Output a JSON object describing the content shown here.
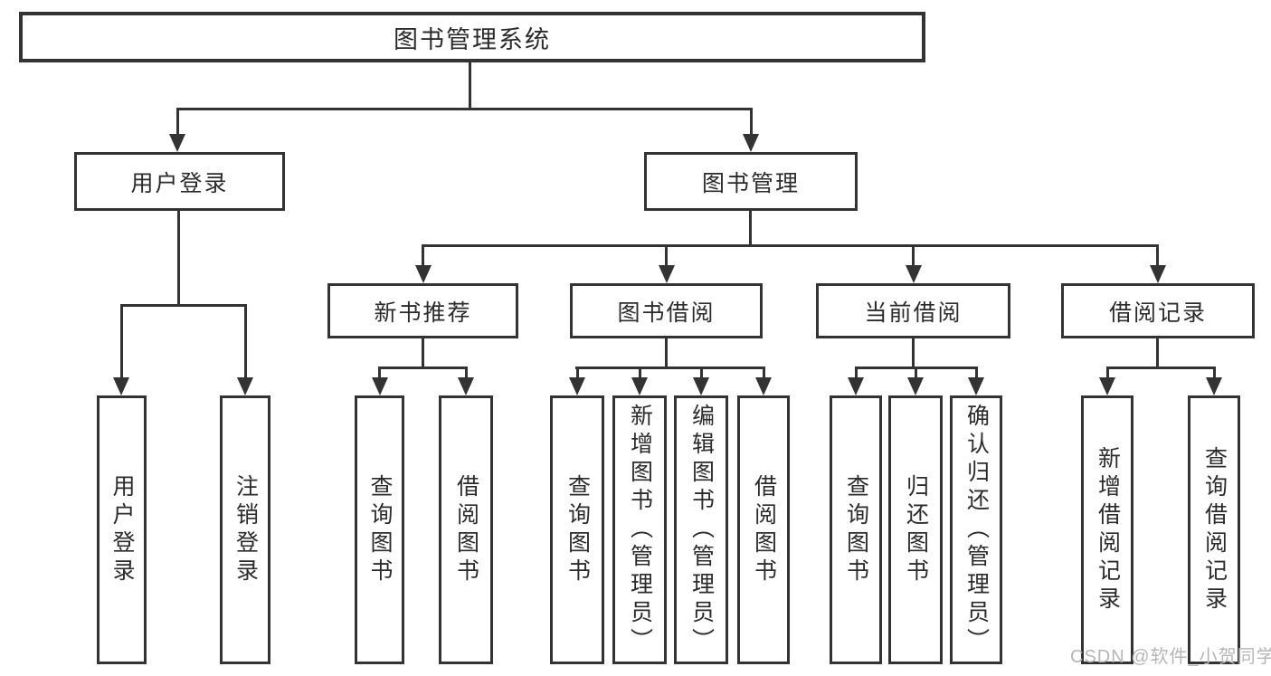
{
  "diagram_type": "hierarchy-tree",
  "tree": {
    "label": "图书管理系统",
    "children": [
      {
        "label": "用户登录",
        "children": [
          {
            "label": "用户登录"
          },
          {
            "label": "注销登录"
          }
        ]
      },
      {
        "label": "图书管理",
        "children": [
          {
            "label": "新书推荐",
            "children": [
              {
                "label": "查询图书"
              },
              {
                "label": "借阅图书"
              }
            ]
          },
          {
            "label": "图书借阅",
            "children": [
              {
                "label": "查询图书"
              },
              {
                "label": "新增图书（管理员）"
              },
              {
                "label": "编辑图书（管理员）"
              },
              {
                "label": "借阅图书"
              }
            ]
          },
          {
            "label": "当前借阅",
            "children": [
              {
                "label": "查询图书"
              },
              {
                "label": "归还图书"
              },
              {
                "label": "确认归还（管理员）"
              }
            ]
          },
          {
            "label": "借阅记录",
            "children": [
              {
                "label": "新增借阅记录"
              },
              {
                "label": "查询借阅记录"
              }
            ]
          }
        ]
      }
    ]
  },
  "watermark": {
    "text": "CSDN @软件_小贺同学"
  },
  "colors": {
    "line": "#333333",
    "text": "#2b2b2b",
    "watermark": "#b6b6b6",
    "background": "#ffffff"
  }
}
